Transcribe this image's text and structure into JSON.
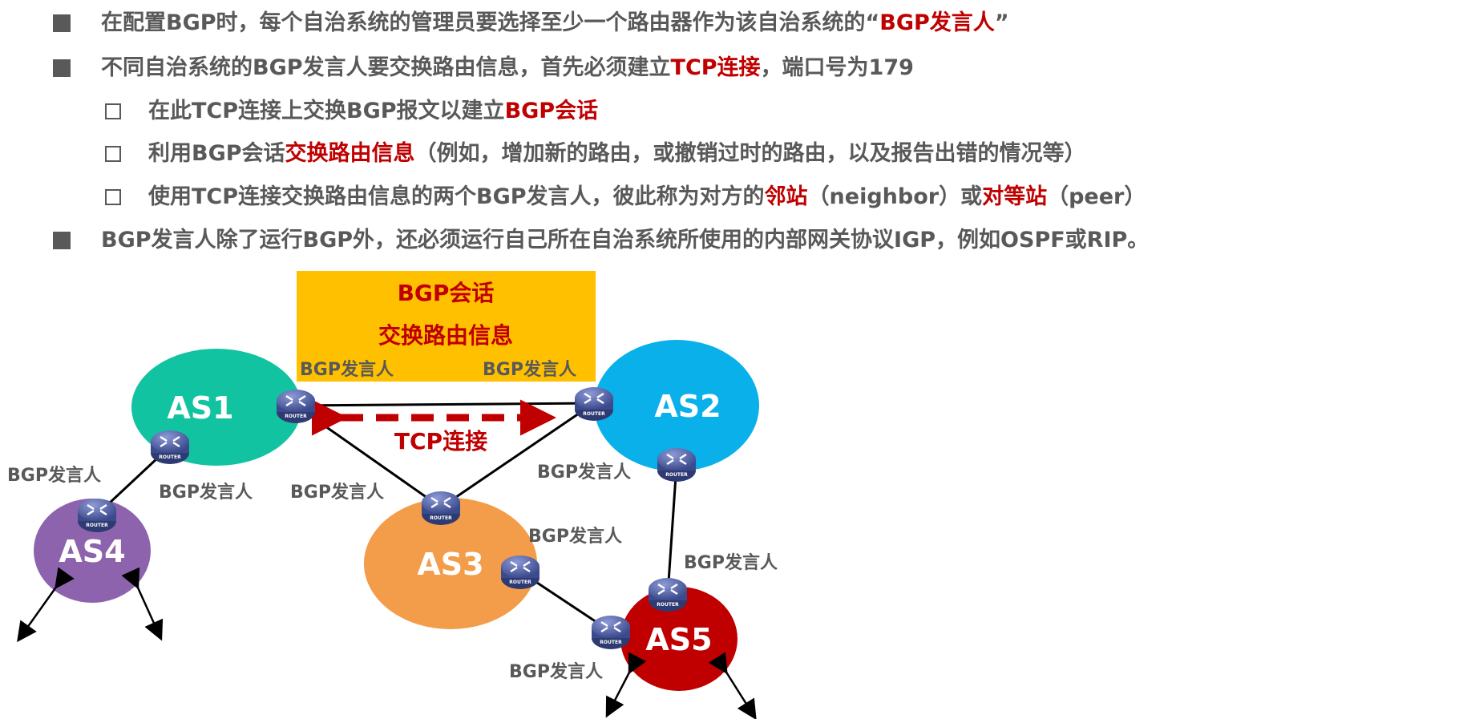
{
  "bullets": [
    {
      "type": "square",
      "parts": [
        "在配置BGP时，每个自治系统的管理员要选择至少一个路由器作为该自治系统的“",
        "BGP发言人",
        "”"
      ]
    },
    {
      "type": "square",
      "parts": [
        "不同自治系统的BGP发言人要交换路由信息，首先必须建立",
        "TCP连接",
        "，端口号为179"
      ]
    },
    {
      "type": "box",
      "parts": [
        "在此TCP连接上交换BGP报文以建立",
        "BGP会话",
        ""
      ]
    },
    {
      "type": "box",
      "parts": [
        "利用BGP会话",
        "交换路由信息",
        "（例如，增加新的路由，或撤销过时的路由，以及报告出错的情况等）"
      ]
    },
    {
      "type": "box",
      "parts": [
        "使用TCP连接交换路由信息的两个BGP发言人，彼此称为对方的",
        "邻站",
        "（neighbor）或",
        "对等站",
        "（peer）"
      ]
    },
    {
      "type": "square",
      "parts": [
        "BGP发言人除了运行BGP外，还必须运行自己所在自治系统所使用的内部网关协议IGP，例如OSPF或RIP。"
      ]
    }
  ],
  "diagram": {
    "session_box": {
      "line1": "BGP会话",
      "line2": "交换路由信息",
      "color": "#ffc000"
    },
    "tcp_label": "TCP连接",
    "speaker_label": "BGP发言人",
    "router_label": "ROUTER",
    "as": [
      {
        "name": "AS1",
        "color": "#12c3a2"
      },
      {
        "name": "AS2",
        "color": "#0ab0ea"
      },
      {
        "name": "AS3",
        "color": "#f39c4a"
      },
      {
        "name": "AS4",
        "color": "#8e63ad"
      },
      {
        "name": "AS5",
        "color": "#c00000"
      }
    ],
    "accent": "#c00000",
    "text_color": "#595959"
  }
}
